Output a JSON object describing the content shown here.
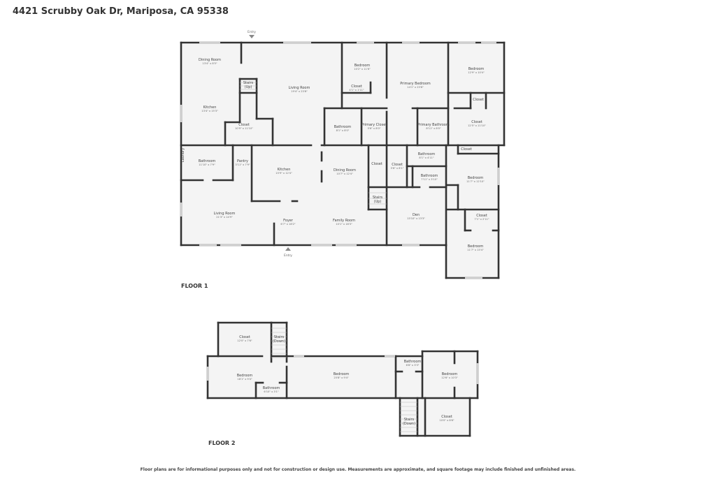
{
  "address": "4421 Scrubby Oak Dr, Mariposa, CA 95338",
  "disclaimer": "Floor plans are for informational purposes only and not for construction or design use. Measurements are approximate, and square footage may include finished and unfinished areas.",
  "colors": {
    "wall": "#333333",
    "floor": "#f4f4f4",
    "window": "#cfcfcf"
  },
  "floors": [
    {
      "label": "FLOOR 1",
      "entries": [
        "Entry",
        "Entry"
      ],
      "rooms": [
        {
          "name": "Dining Room",
          "dims": "13'4\" x 8'5\""
        },
        {
          "name": "Kitchen",
          "dims": "13'4\" x 15'3\""
        },
        {
          "name": "Stairs (Up)",
          "dims": ""
        },
        {
          "name": "Living Room",
          "dims": "19'4\" x 23'8\""
        },
        {
          "name": "Closet",
          "dims": "10'9\" x 11'10\""
        },
        {
          "name": "Bedroom",
          "dims": "10'2\" x 11'6\""
        },
        {
          "name": "Closet",
          "dims": "4'1\" x 1'11\""
        },
        {
          "name": "Primary Bedroom",
          "dims": "14'1\" x 23'8\""
        },
        {
          "name": "Bedroom",
          "dims": "12'9\" x 10'4\""
        },
        {
          "name": "Closet",
          "dims": ""
        },
        {
          "name": "Closet",
          "dims": "12'5\" x 11'10\""
        },
        {
          "name": "Bathroom",
          "dims": "8'1\" x 8'0\""
        },
        {
          "name": "Primary Closet",
          "dims": "5'6\" x 8'0\""
        },
        {
          "name": "Primary Bathroom",
          "dims": "8'11\" x 8'0\""
        },
        {
          "name": "Laundry",
          "dims": ""
        },
        {
          "name": "Bathroom",
          "dims": "11'10\" x 7'9\""
        },
        {
          "name": "Pantry",
          "dims": "3'11\" x 7'9\""
        },
        {
          "name": "Kitchen",
          "dims": "15'9\" x 12'4\""
        },
        {
          "name": "Dining Room",
          "dims": "10'7\" x 12'4\""
        },
        {
          "name": "Closet",
          "dims": ""
        },
        {
          "name": "Closet",
          "dims": "5'6\" x 8'1\""
        },
        {
          "name": "Bathroom",
          "dims": "8'1\" x 4'11\""
        },
        {
          "name": "Bathroom",
          "dims": "7'11\" x 3'10\""
        },
        {
          "name": "Closet",
          "dims": ""
        },
        {
          "name": "Bedroom",
          "dims": "11'7\" x 12'10\""
        },
        {
          "name": "Stairs (Up)",
          "dims": ""
        },
        {
          "name": "Den",
          "dims": "13'10\" x 13'3\""
        },
        {
          "name": "Closet",
          "dims": "7'1\" x 2'11\""
        },
        {
          "name": "Bedroom",
          "dims": "11'7\" x 15'4\""
        },
        {
          "name": "Living Room",
          "dims": "21'3\" x 14'9\""
        },
        {
          "name": "Foyer",
          "dims": "6'7\" x 18'2\""
        },
        {
          "name": "Family Room",
          "dims": "10'1\" x 18'3\""
        }
      ]
    },
    {
      "label": "FLOOR 2",
      "rooms": [
        {
          "name": "Closet",
          "dims": "12'0\" x 7'6\""
        },
        {
          "name": "Stairs (Down)",
          "dims": ""
        },
        {
          "name": "Bedroom",
          "dims": "18'1\" x 9'4\""
        },
        {
          "name": "Bathroom",
          "dims": "6'10\" x 3'1\""
        },
        {
          "name": "Bedroom",
          "dims": "25'8\" x 9'4\""
        },
        {
          "name": "Bathroom",
          "dims": "6'8\" x 3'3\""
        },
        {
          "name": "Bedroom",
          "dims": "12'6\" x 10'3\""
        },
        {
          "name": "Stairs (Down)",
          "dims": ""
        },
        {
          "name": "Closet",
          "dims": "10'0\" x 8'6\""
        }
      ]
    }
  ]
}
